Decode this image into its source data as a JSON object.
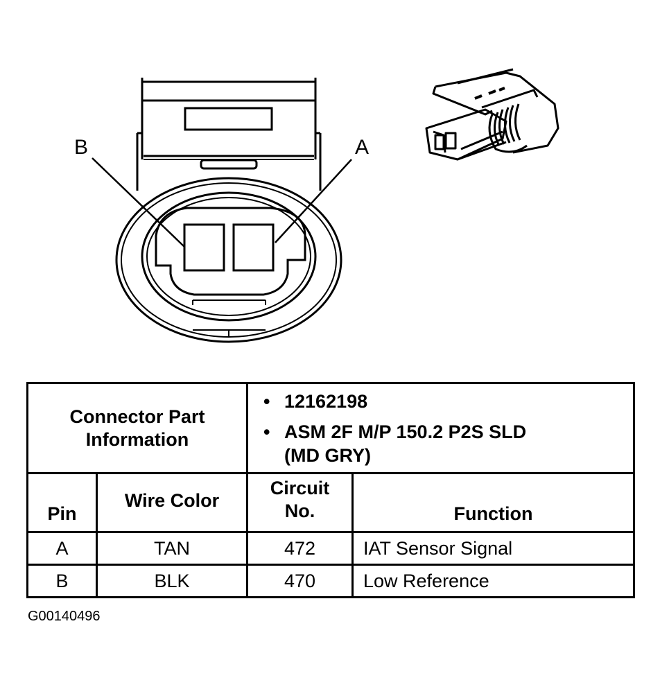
{
  "diagram": {
    "front_view": {
      "pin_labels": [
        "B",
        "A"
      ],
      "description": "Connector face view with two cavities"
    },
    "iso_view": {
      "description": "Isometric view of 2-way connector"
    }
  },
  "table": {
    "part_info_label": "Connector Part Information",
    "part_info_label_lines": [
      "Connector Part",
      "Information"
    ],
    "part_info_items": [
      "12162198",
      "ASM 2F M/P 150.2 P2S SLD (MD GRY)"
    ],
    "part_info_item2_lines": [
      "ASM 2F M/P 150.2 P2S SLD",
      "(MD GRY)"
    ],
    "headers": {
      "pin": "Pin",
      "wire_color": "Wire Color",
      "circuit_line1": "Circuit",
      "circuit_line2": "No.",
      "function": "Function"
    },
    "rows": [
      {
        "pin": "A",
        "wire_color": "TAN",
        "circuit": "472",
        "function": "IAT Sensor Signal"
      },
      {
        "pin": "B",
        "wire_color": "BLK",
        "circuit": "470",
        "function": "Low Reference"
      }
    ]
  },
  "figure_id": "G00140496"
}
